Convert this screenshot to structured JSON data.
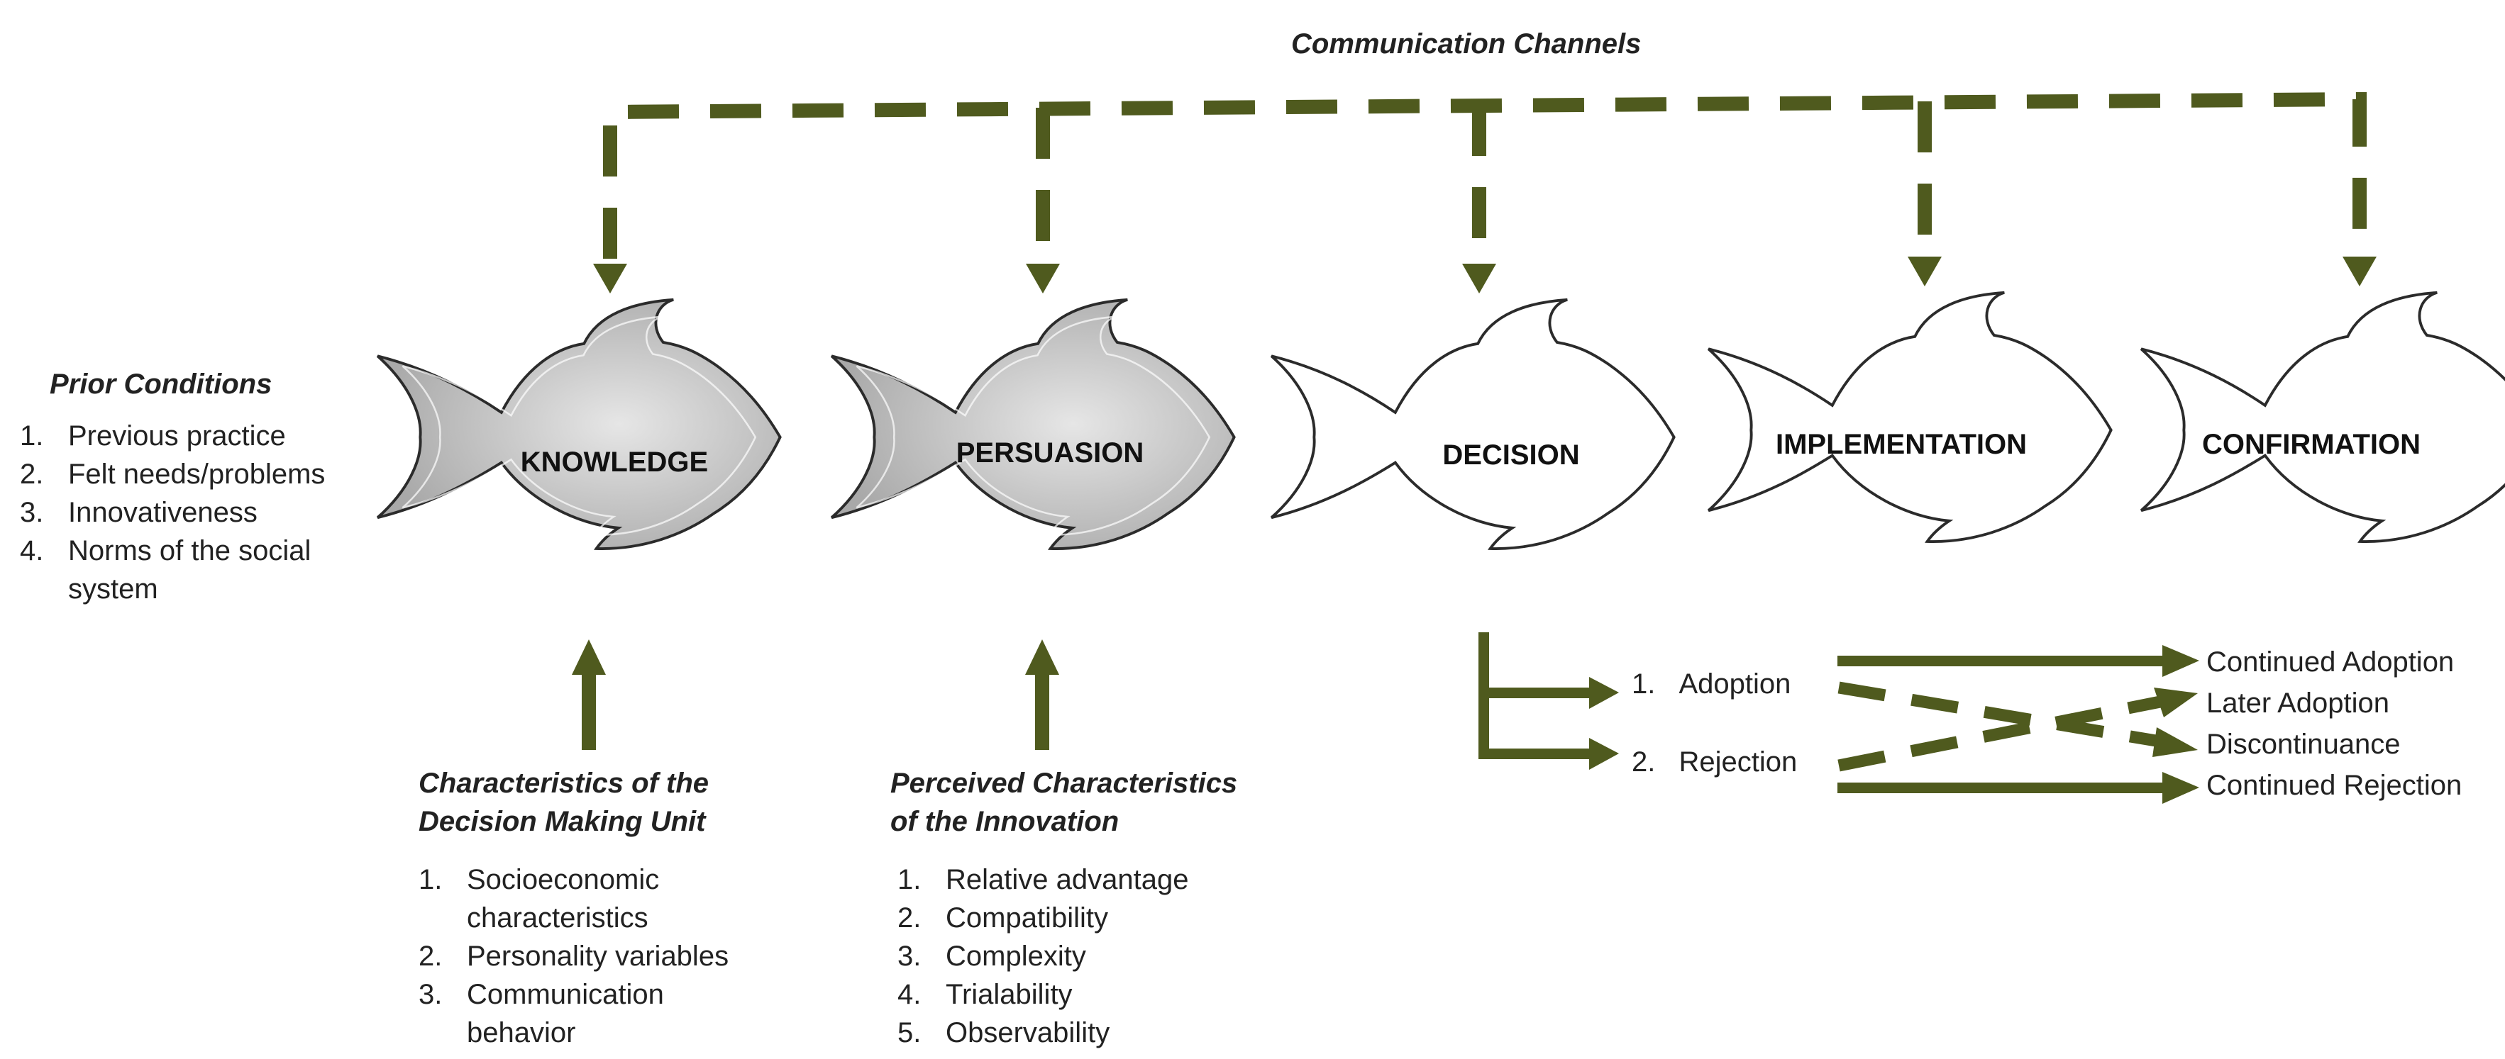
{
  "channels": {
    "title": "Communication Channels"
  },
  "prior_conditions": {
    "title": "Prior Conditions",
    "items": [
      {
        "n": "1.",
        "t": "Previous practice"
      },
      {
        "n": "2.",
        "t": "Felt needs/problems"
      },
      {
        "n": "3.",
        "t": "Innovativeness"
      },
      {
        "n": "4.",
        "t": "Norms of the social"
      },
      {
        "n": "",
        "t": "system"
      }
    ]
  },
  "stages": [
    "KNOWLEDGE",
    "PERSUASION",
    "DECISION",
    "IMPLEMENTATION",
    "CONFIRMATION"
  ],
  "decision_unit": {
    "title_line1": "Characteristics of the",
    "title_line2": "Decision Making Unit",
    "items": [
      {
        "n": "1.",
        "t": "Socioeconomic"
      },
      {
        "n": "",
        "t": "characteristics"
      },
      {
        "n": "2.",
        "t": "Personality variables"
      },
      {
        "n": "3.",
        "t": "Communication"
      },
      {
        "n": "",
        "t": "behavior"
      }
    ]
  },
  "innovation": {
    "title_line1": "Perceived Characteristics",
    "title_line2": "of the Innovation",
    "items": [
      {
        "n": "1.",
        "t": "Relative advantage"
      },
      {
        "n": "2.",
        "t": "Compatibility"
      },
      {
        "n": "3.",
        "t": "Complexity"
      },
      {
        "n": "4.",
        "t": "Trialability"
      },
      {
        "n": "5.",
        "t": "Observability"
      }
    ]
  },
  "decision_options": {
    "adoption": {
      "n": "1.",
      "t": "Adoption"
    },
    "rejection": {
      "n": "2.",
      "t": "Rejection"
    }
  },
  "outcomes": [
    "Continued Adoption",
    "Later Adoption",
    "Discontinuance",
    "Continued Rejection"
  ],
  "colors": {
    "arrow": "#4f5a1e",
    "fish_shaded": "#c8c8c8",
    "fish_outline": "#2b2b2b",
    "fish_plain": "#ffffff"
  }
}
